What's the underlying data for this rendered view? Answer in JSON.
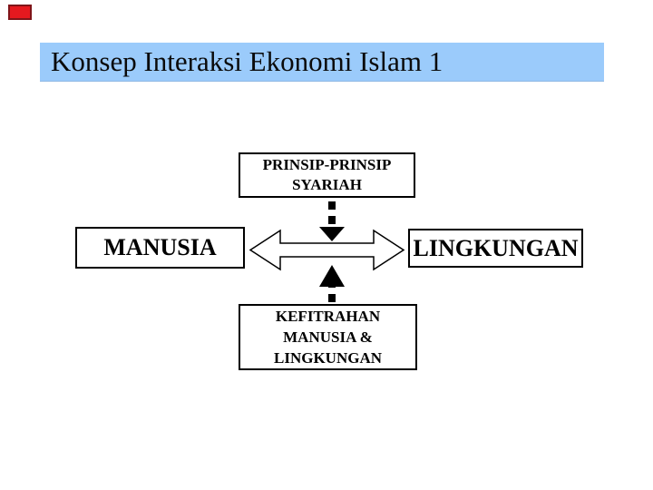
{
  "slide": {
    "marker": {
      "name": "red-marker",
      "fill": "#e5191f",
      "border": "#7f1519"
    },
    "title": {
      "text": "Konsep Interaksi Ekonomi Islam 1",
      "bg": "#9bcbfb"
    },
    "boxes": {
      "principles": {
        "line1": "PRINSIP-PRINSIP",
        "line2": "SYARIAH"
      },
      "human": {
        "label": "MANUSIA"
      },
      "environment": {
        "label": "LINGKUNGAN"
      },
      "nature": {
        "line1": "KEFITRAHAN",
        "line2": "MANUSIA &",
        "line3": "LINGKUNGAN"
      }
    },
    "icons": {
      "down_arrow": "dashed-down-arrow-icon",
      "up_arrow": "dashed-up-arrow-icon",
      "horizontal_arrow": "double-headed-arrow-icon"
    },
    "colors": {
      "arrow_fill": "#000000",
      "double_arrow_fill": "#ffffff",
      "double_arrow_stroke": "#000000",
      "box_border": "#000000"
    }
  }
}
